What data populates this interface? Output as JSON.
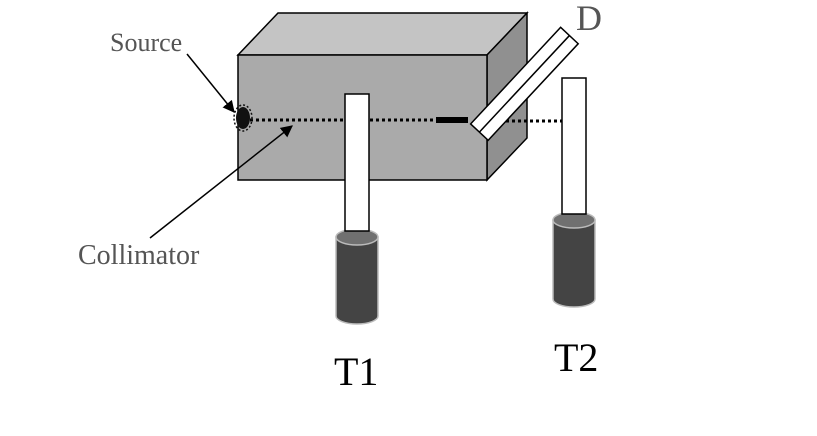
{
  "labels": {
    "source": "Source",
    "collimator": "Collimator",
    "detector": "D",
    "t1": "T1",
    "t2": "T2"
  },
  "colors": {
    "box_front": "#aaaaaa",
    "box_top": "#c4c4c4",
    "box_side": "#909090",
    "pmt_body": "#444444",
    "pmt_top": "#707070",
    "label_gray": "#555555",
    "outline": "#000000"
  }
}
